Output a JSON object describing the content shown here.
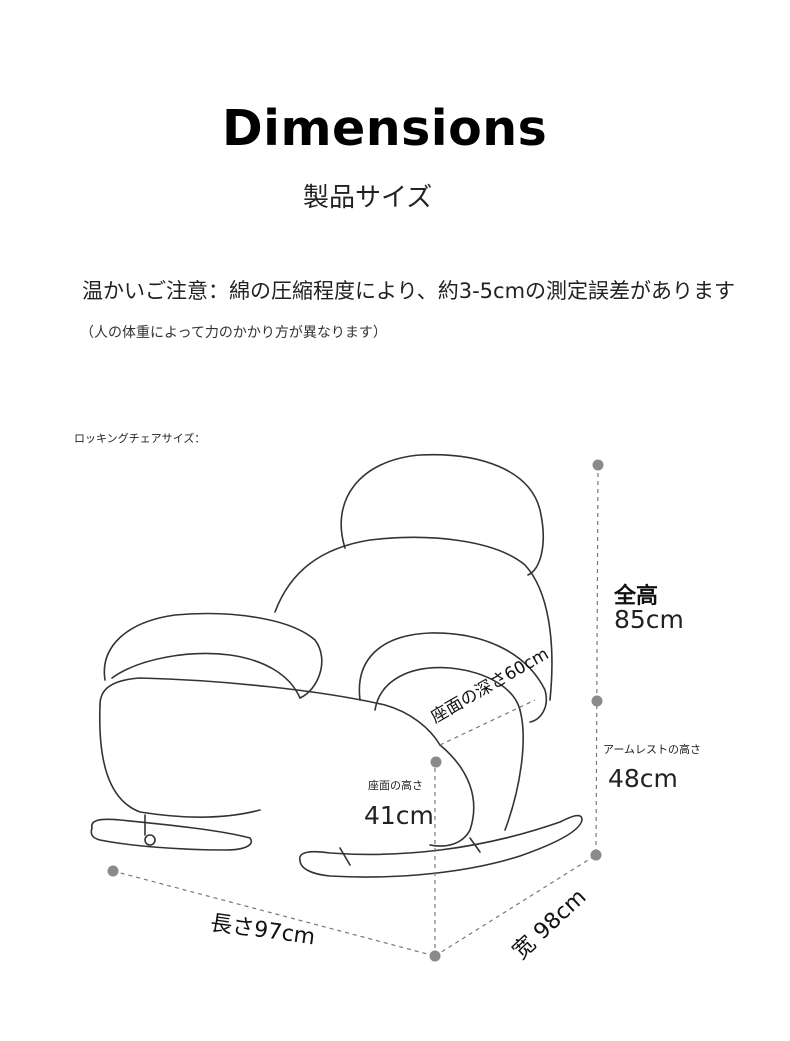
{
  "header": {
    "title": "Dimensions",
    "subtitle": "製品サイズ"
  },
  "notice": {
    "main": "温かいご注意：綿の圧縮程度により、約3-5cmの測定誤差があります",
    "sub": "（人の体重によって力のかかり方が異なります）"
  },
  "chair": {
    "section_label": "ロッキングチェアサイズ：",
    "total_height_label": "全高",
    "total_height_value": "85cm",
    "arm_height_label": "アームレストの高さ",
    "arm_height_value": "48cm",
    "seat_height_label": "座面の高さ",
    "seat_height_value": "41cm",
    "seat_depth": "座面の深さ60cm",
    "length": "長さ97cm",
    "width": "宽 98cm"
  },
  "colors": {
    "line": "#333333",
    "dim_line": "#777777",
    "marker": "#8a8a8a"
  }
}
